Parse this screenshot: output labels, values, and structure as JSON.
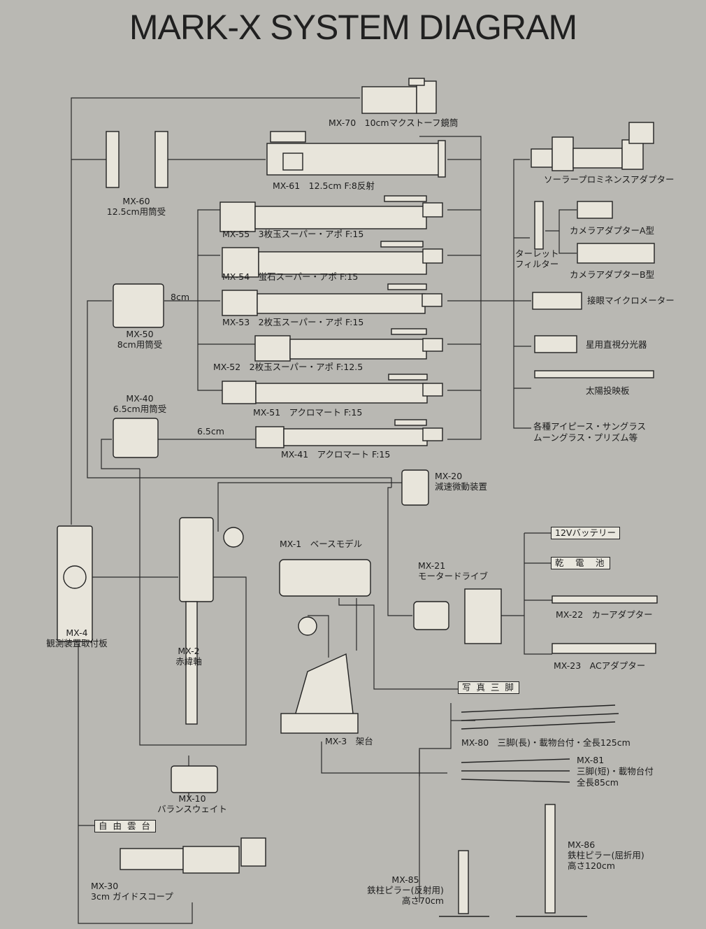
{
  "title": "MARK-X SYSTEM DIAGRAM",
  "labels": {
    "mx70": "MX-70　10cmマクストーフ鏡筒",
    "mx61": "MX-61　12.5cm F:8反射",
    "mx60_code": "MX-60",
    "mx60_name": "12.5cm用筒受",
    "mx55": "MX-55　3枚玉スーパー・アポ F:15",
    "mx54": "MX-54　蛍石スーパー・アポ F:15",
    "mx53": "MX-53　2枚玉スーパー・アポ F:15",
    "mx52": "MX-52　2枚玉スーパー・アポ F:12.5",
    "mx51": "MX-51　アクロマート F:15",
    "mx41": "MX-41　アクロマート F:15",
    "mx50_code": "MX-50",
    "mx50_name": "8cm用筒受",
    "size_8cm": "8cm",
    "mx40_code": "MX-40",
    "mx40_name": "6.5cm用筒受",
    "size_65cm": "6.5cm",
    "solar": "ソーラープロミネンスアダプター",
    "camera_a": "カメラアダプターA型",
    "turret_1": "ターレット",
    "turret_2": "フィルター",
    "camera_b": "カメラアダプターB型",
    "micrometer": "接眼マイクロメーター",
    "spectro": "星用直視分光器",
    "projection": "太陽投映板",
    "eyepiece_1": "各種アイピース・サングラス",
    "eyepiece_2": "ムーングラス・プリズム等",
    "mx20_code": "MX-20",
    "mx20_name": "減速微動装置",
    "mx1": "MX-1　ベースモデル",
    "mx21_code": "MX-21",
    "mx21_name": "モータードライブ",
    "battery12": "12Vバッテリー",
    "drycell": "乾　電　池",
    "mx22": "MX-22　カーアダプター",
    "mx23": "MX-23　ACアダプター",
    "photo_tripod": "写 真 三 脚",
    "mx4_code": "MX-4",
    "mx4_name": "観測装置取付板",
    "mx2_code": "MX-2",
    "mx2_name": "赤緯軸",
    "mx3": "MX-3　架台",
    "mx80": "MX-80　三脚(長)・載物台付・全長125cm",
    "mx81_code": "MX-81",
    "mx81_desc": "三脚(短)・載物台付",
    "mx81_len": "全長85cm",
    "mx10_code": "MX-10",
    "mx10_name": "バランスウェイト",
    "free_head": "自 由 雲 台",
    "mx30_code": "MX-30",
    "mx30_name": "3cm ガイドスコープ",
    "mx86_code": "MX-86",
    "mx86_name": "鉄柱ピラー(屈折用)",
    "mx86_height": "高さ120cm",
    "mx85_code": "MX-85",
    "mx85_name": "鉄柱ピラー(反射用)",
    "mx85_height": "高さ70cm"
  }
}
